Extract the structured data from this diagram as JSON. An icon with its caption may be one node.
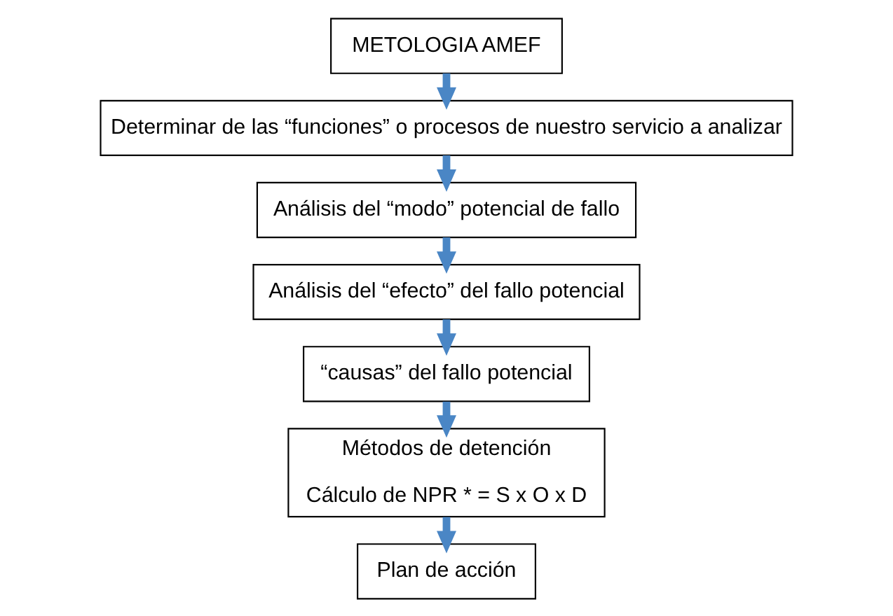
{
  "diagram": {
    "nodes": [
      {
        "text": [
          "METOLOGIA AMEF"
        ]
      },
      {
        "text": [
          "Determinar de las “funciones” o procesos de nuestro servicio a analizar"
        ]
      },
      {
        "text": [
          "Análisis del “modo” potencial de fallo"
        ]
      },
      {
        "text": [
          "Análisis del “efecto” del fallo potencial"
        ]
      },
      {
        "text": [
          "“causas” del fallo potencial"
        ]
      },
      {
        "text": [
          "Métodos de detención",
          "Cálculo de NPR * = S x O x D"
        ]
      },
      {
        "text": [
          "Plan de acción"
        ]
      }
    ],
    "edges": [
      {
        "from": 0,
        "to": 1,
        "arrow": "to"
      },
      {
        "from": 1,
        "to": 2,
        "arrow": "to"
      },
      {
        "from": 2,
        "to": 3,
        "arrow": "to"
      },
      {
        "from": 3,
        "to": 4,
        "arrow": "to"
      },
      {
        "from": 4,
        "to": 5,
        "arrow": "to"
      },
      {
        "from": 5,
        "to": 6,
        "arrow": "to"
      }
    ]
  }
}
